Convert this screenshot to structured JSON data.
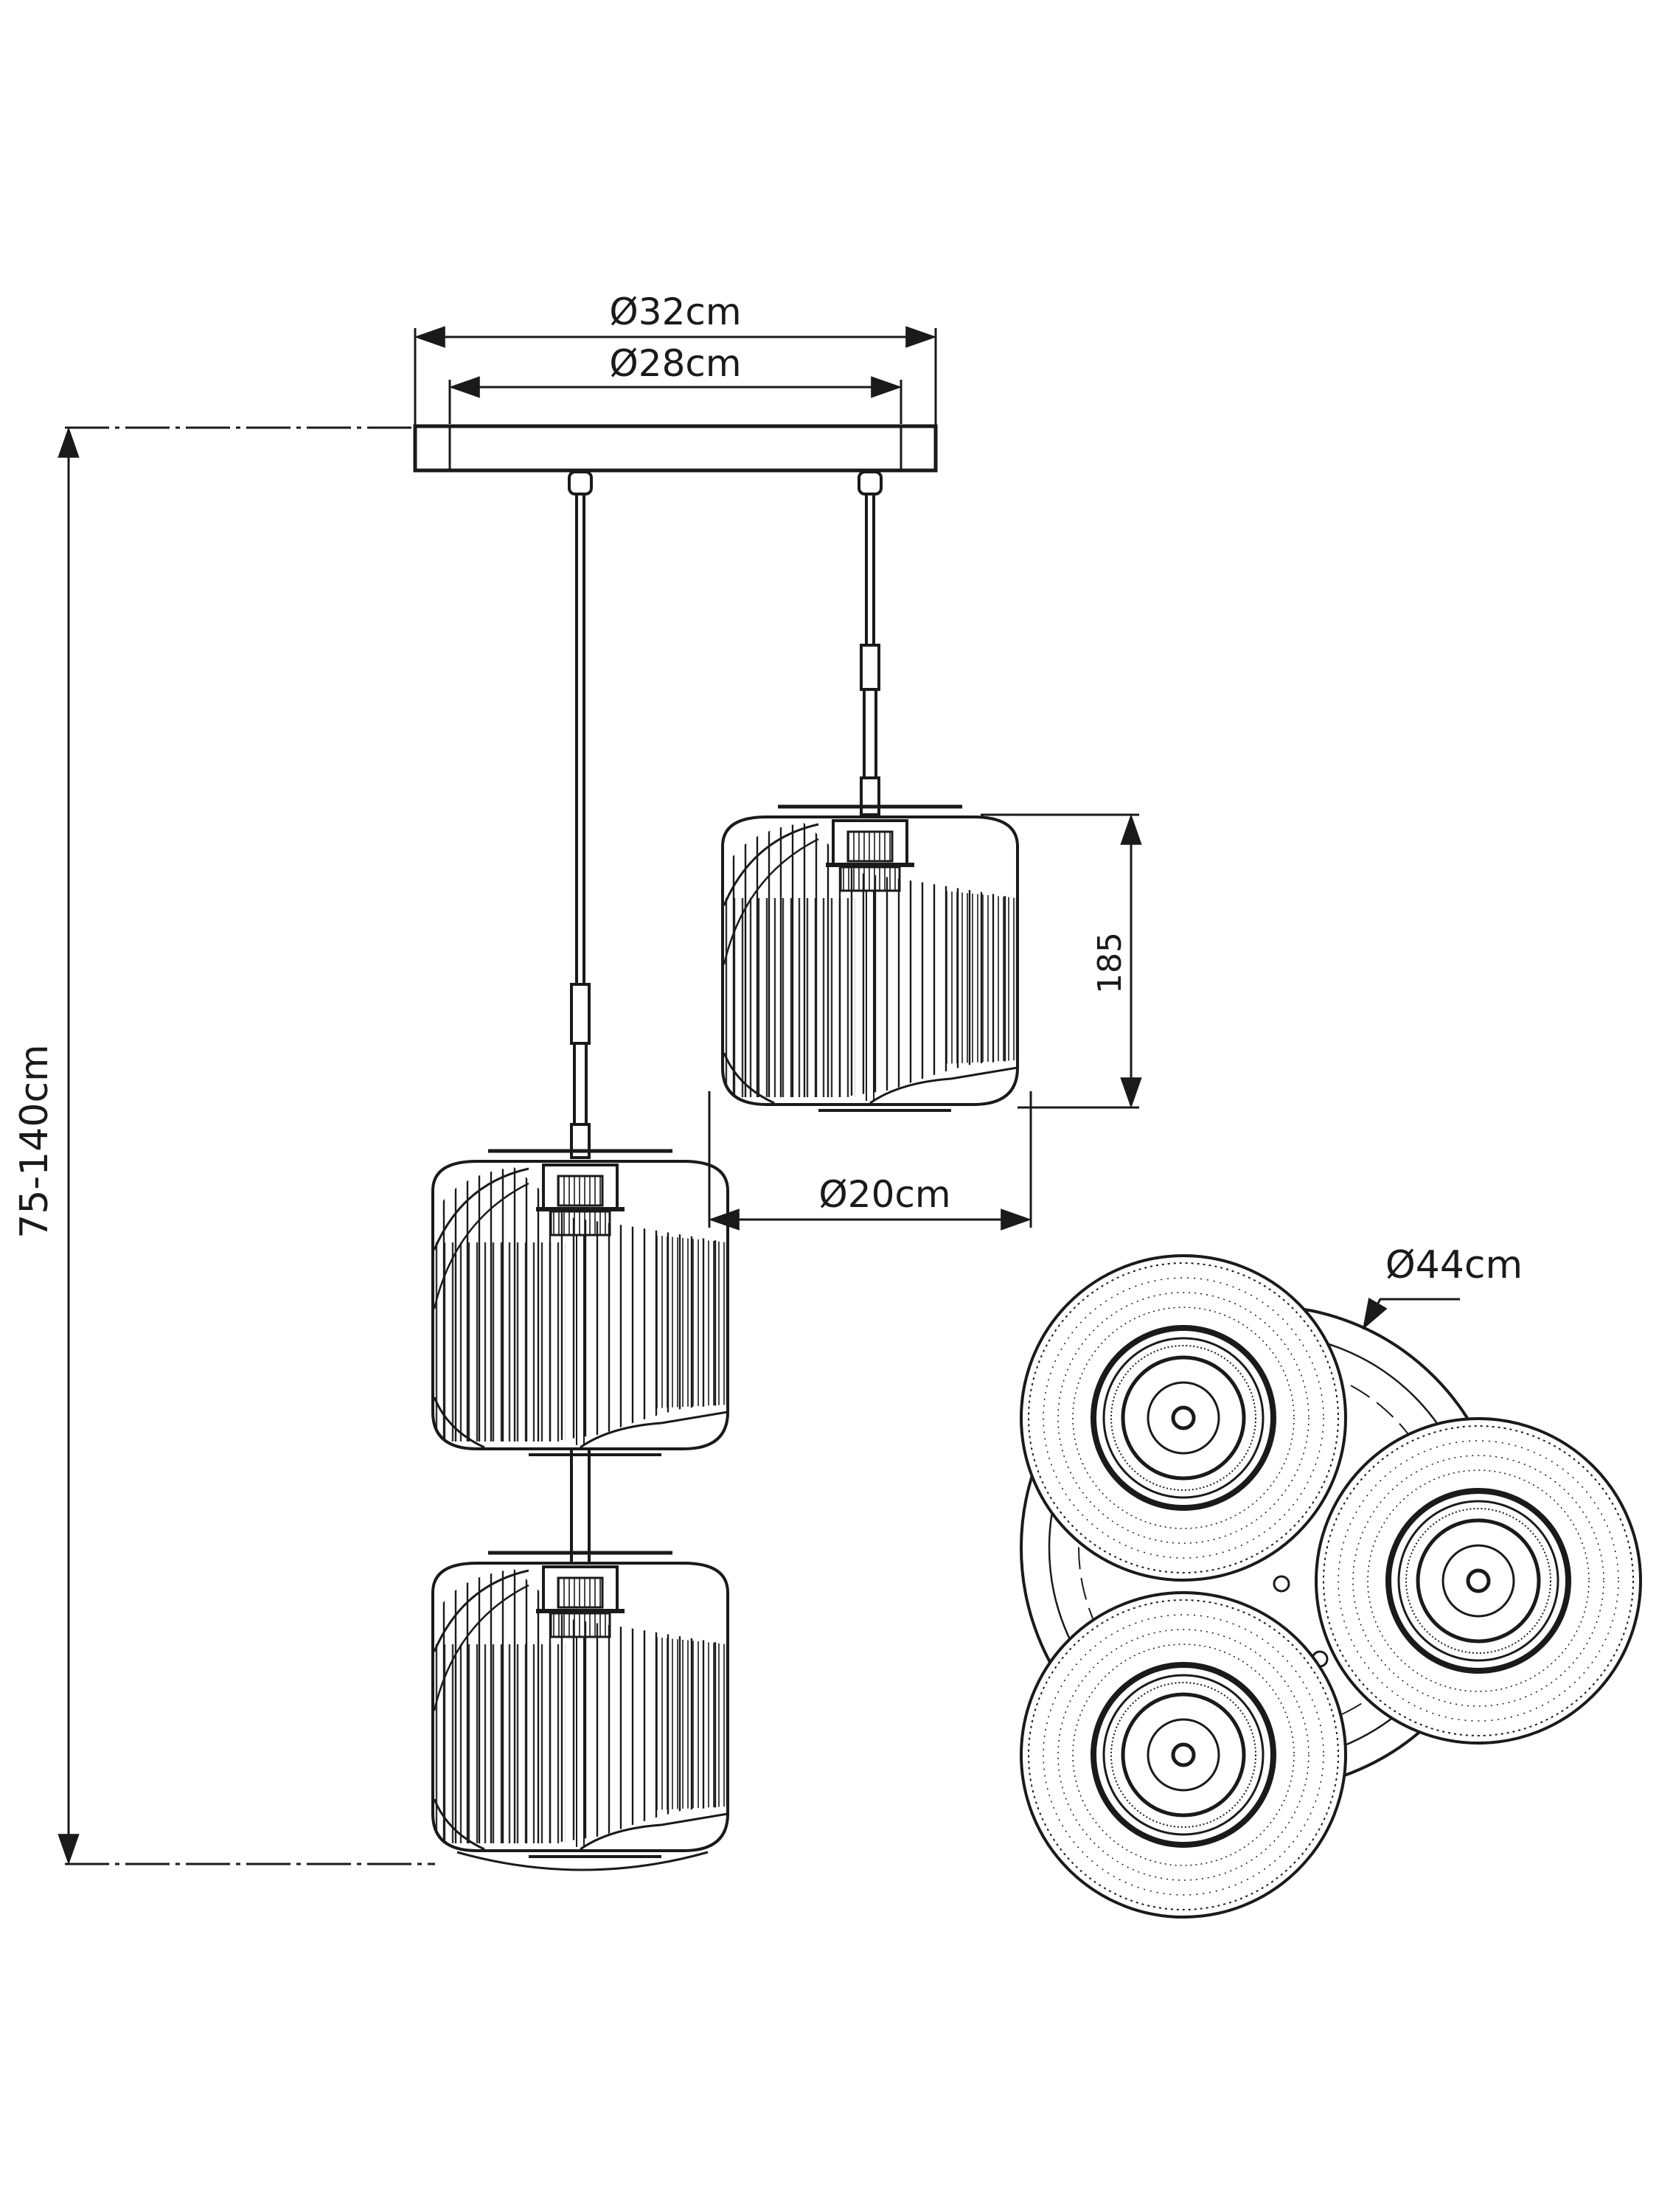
{
  "dimensions": {
    "canopy_outer": "Ø32cm",
    "canopy_inner": "Ø28cm",
    "drop_height": "75-140cm",
    "shade_height": "185",
    "shade_diameter": "Ø20cm",
    "plan_diameter": "Ø44cm"
  },
  "colors": {
    "line": "#1a1a1a",
    "background": "#ffffff"
  }
}
